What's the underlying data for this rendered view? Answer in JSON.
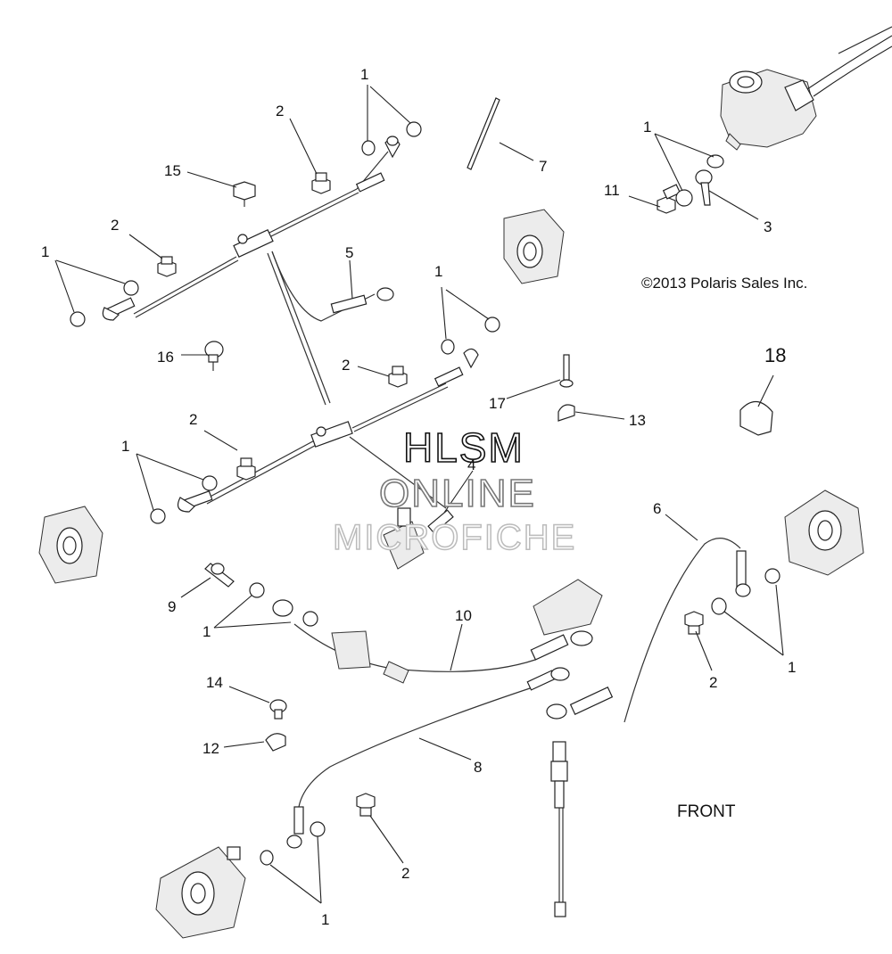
{
  "copyright": "©2013 Polaris Sales Inc.",
  "orientation_label": "FRONT",
  "watermark": {
    "line1": "HLSM",
    "line2": "ONLINE",
    "line3": "MICROFICHE"
  },
  "callouts": {
    "c1a": "1",
    "c1b": "1",
    "c1c": "1",
    "c1d": "1",
    "c1e": "1",
    "c1f": "1",
    "c1g": "1",
    "c1h": "1",
    "c2a": "2",
    "c2b": "2",
    "c2c": "2",
    "c2d": "2",
    "c2e": "2",
    "c2f": "2",
    "c3": "3",
    "c4": "4",
    "c5": "5",
    "c6": "6",
    "c7": "7",
    "c8": "8",
    "c9": "9",
    "c10": "10",
    "c11": "11",
    "c12": "12",
    "c13": "13",
    "c14": "14",
    "c15": "15",
    "c16": "16",
    "c17": "17",
    "c18": "18"
  }
}
